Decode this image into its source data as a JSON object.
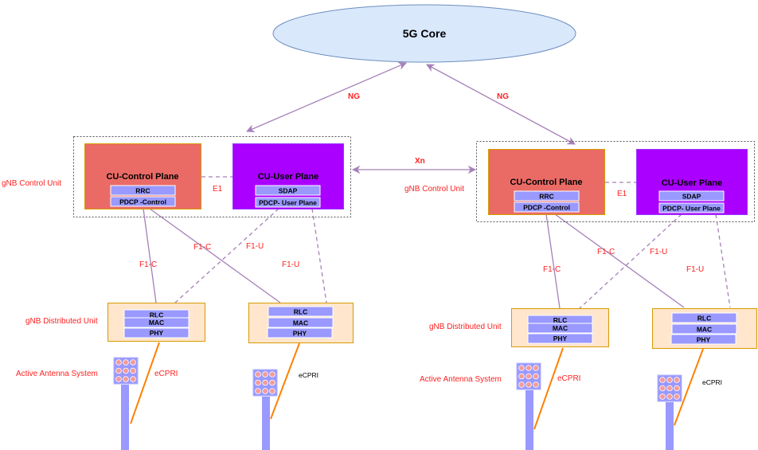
{
  "core": {
    "label": "5G Core",
    "fill": "#dae8fc",
    "stroke": "#6c8ebf"
  },
  "interfaces": {
    "ng_left": "NG",
    "ng_right": "NG",
    "xn": "Xn",
    "e1_left": "E1",
    "e1_right": "E1",
    "f1c": "F1-C",
    "f1u": "F1-U",
    "ecpri": "eCPRI"
  },
  "labels": {
    "gnb_control_unit": "gNB Control Unit",
    "gnb_distributed_unit": "gNB Distributed Unit",
    "active_antenna_system": "Active Antenna System"
  },
  "cu_control_plane": {
    "title": "CU-Control Plane",
    "layers": [
      "RRC",
      "PDCP -Control"
    ]
  },
  "cu_user_plane": {
    "title": "CU-User Plane",
    "layers": [
      "SDAP",
      "PDCP- User Plane"
    ]
  },
  "du": {
    "layers": [
      "RLC",
      "MAC",
      "PHY"
    ]
  },
  "colors": {
    "cu_cp_fill": "#ea6b66",
    "cu_up_fill": "#aa00ff",
    "du_fill": "#ffe6cc",
    "du_stroke": "#d79b00",
    "layer_fill": "#9999ff",
    "link": "#a680b8",
    "ecpri_link": "#ff8000",
    "label_red": "#ff2020"
  }
}
